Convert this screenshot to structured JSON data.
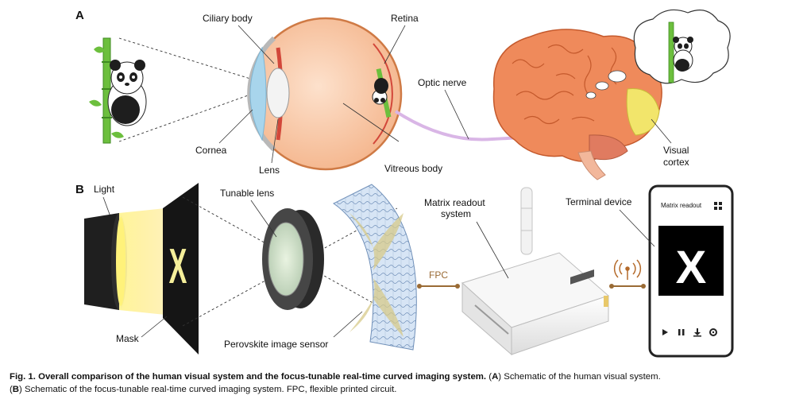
{
  "panels": {
    "a": "A",
    "b": "B"
  },
  "labels": {
    "ciliary_body": "Ciliary body",
    "retina": "Retina",
    "optic_nerve": "Optic nerve",
    "cornea": "Cornea",
    "lens": "Lens",
    "vitreous_body": "Vitreous body",
    "visual_cortex_1": "Visual",
    "visual_cortex_2": "cortex",
    "light": "Light",
    "tunable_lens": "Tunable lens",
    "matrix_readout_1": "Matrix readout",
    "matrix_readout_2": "system",
    "terminal_device": "Terminal device",
    "fpc": "FPC",
    "mask": "Mask",
    "perovskite_sensor": "Perovskite image sensor"
  },
  "phone": {
    "title": "Matrix readout",
    "symbol": "X"
  },
  "mask_symbol": "X",
  "caption": {
    "fig": "Fig. 1.",
    "title": "Overall comparison of the human visual system and the focus-tunable real-time curved imaging system.",
    "a_open": "(",
    "a_letter": "A",
    "a_text": ") Schematic of the human visual system.",
    "b_open": "(",
    "b_letter": "B",
    "b_text": ") Schematic of the focus-tunable real-time curved imaging system. FPC, flexible printed circuit."
  },
  "colors": {
    "brain": "#ef8a5b",
    "eyeball": "#f8c7a4",
    "cornea": "#a8d5ec",
    "visual_cortex": "#f2e56b",
    "optic_nerve": "#d9b6e6",
    "sensor_mesh": "#bcd3ee",
    "fpc_line": "#9a6b35",
    "lens_body": "#3a3a3a"
  }
}
